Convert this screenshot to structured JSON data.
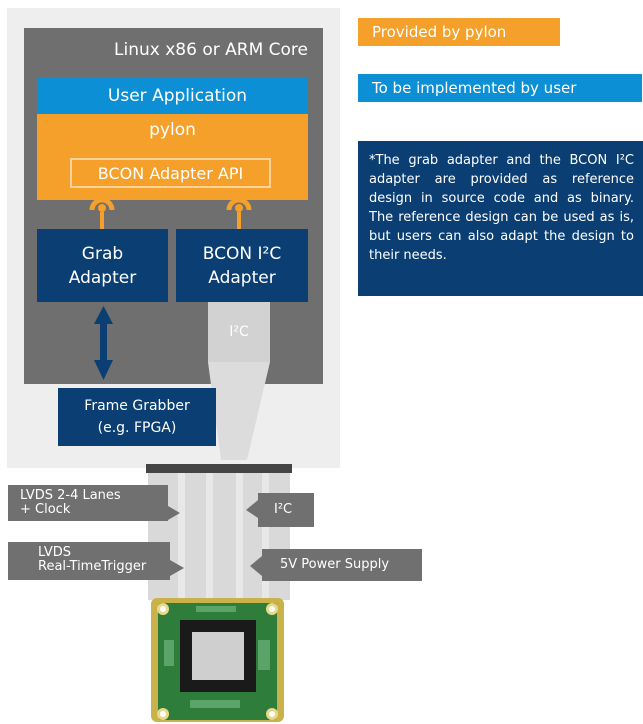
{
  "core": {
    "title": "Linux x86 or ARM Core"
  },
  "blocks": {
    "user_application": "User Application",
    "pylon": "pylon",
    "bcon_adapter_api": "BCON Adapter API",
    "grab_adapter": [
      "Grab",
      "Adapter"
    ],
    "bcon_i2c_adapter": [
      "BCON I²C",
      "Adapter"
    ],
    "i2c_box": "I²C",
    "frame_grabber": [
      "Frame Grabber",
      "(e.g. FPGA)"
    ]
  },
  "legend": {
    "provided": "Provided by pylon",
    "user": "To be implemented by user",
    "note": "*The grab adapter and the BCON I²C adapter are provided as reference design in source code and as binary. The referen­ce design can be used as is, but users can also adapt the design to their needs."
  },
  "cable_labels": {
    "lvds_lanes": [
      "LVDS 2-4 Lanes",
      "+ Clock"
    ],
    "i2c": "I²C",
    "lvds_trigger": [
      "LVDS",
      "Real-TimeTrigger"
    ],
    "power": "5V Power Supply"
  },
  "colors": {
    "pylon_orange": "#f5a02a",
    "user_blue": "#0d8fd6",
    "dark_blue": "#0b3f73",
    "core_gray": "#6f6f6f",
    "board_green": "#2f7d3a"
  }
}
